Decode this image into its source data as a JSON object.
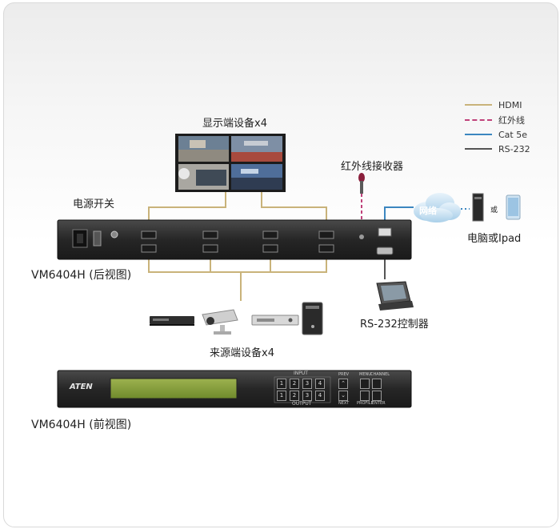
{
  "legend": [
    {
      "label": "HDMI",
      "color": "#c9b37a",
      "style": "solid"
    },
    {
      "label": "红外线",
      "color": "#c0427a",
      "style": "dashed"
    },
    {
      "label": "Cat 5e",
      "color": "#3c86c0",
      "style": "solid"
    },
    {
      "label": "RS-232",
      "color": "#555555",
      "style": "solid"
    }
  ],
  "labels": {
    "display_devices": "显示端设备x4",
    "ir_receiver": "红外线接收器",
    "power_switch": "电源开关",
    "network": "网络",
    "or": "或",
    "pc_or_ipad": "电脑或Ipad",
    "rear_view": "VM6404H (后视图)",
    "rs232_controller": "RS-232控制器",
    "source_devices": "来源端设备x4",
    "front_view": "VM6404H (前视图)",
    "brand": "ATEN"
  },
  "front_panel": {
    "input_label": "INPUT",
    "output_label": "OUTPUT",
    "prev_label": "PREV",
    "next_label": "NEXT",
    "menu_label": "MENU",
    "channel_label": "CHANNEL",
    "profile_label": "PROFILE",
    "enter_label": "ENTER",
    "input_buttons": [
      "1",
      "2",
      "3",
      "4"
    ],
    "output_buttons": [
      "1",
      "2",
      "3",
      "4"
    ]
  },
  "colors": {
    "hdmi": "#c9b37a",
    "ir": "#c0427a",
    "cat5e": "#3c86c0",
    "rs232": "#555555",
    "chassis": "#2a2a2a",
    "lcd": "#7f9a3a"
  }
}
